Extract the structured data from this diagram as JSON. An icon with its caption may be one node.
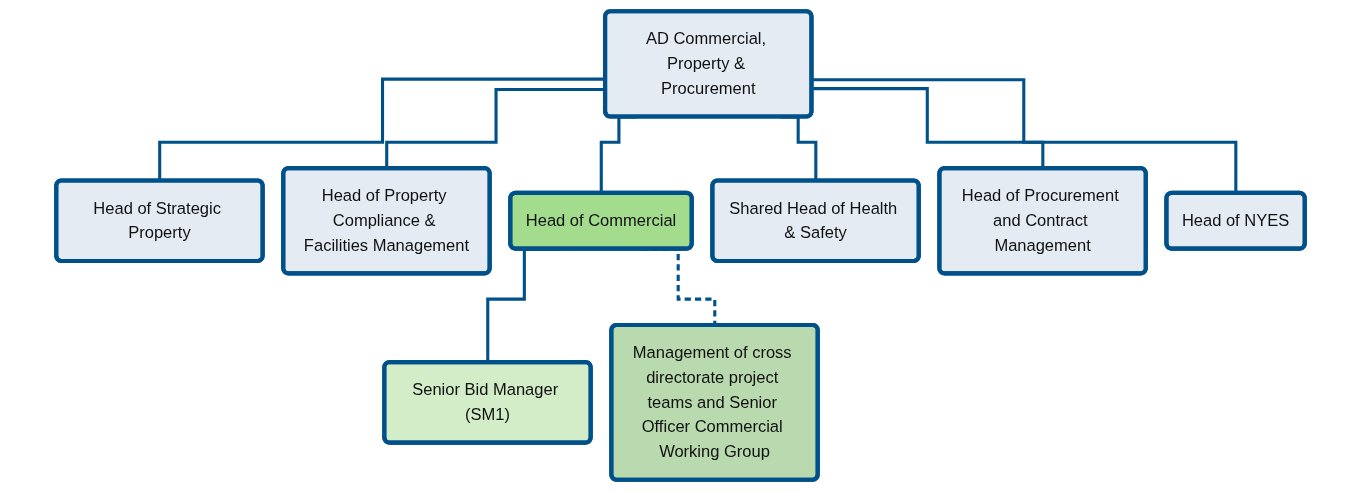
{
  "diagram": {
    "nodes": [
      {
        "text": [
          "AD Commercial, Property & Procurement"
        ]
      },
      {
        "text": [
          "Head of Strategic Property"
        ]
      },
      {
        "text": [
          "Head of Property Compliance & Facilities Management"
        ]
      },
      {
        "text": [
          "Head of Commercial"
        ]
      },
      {
        "text": [
          "Shared Head of Health & Safety"
        ]
      },
      {
        "text": [
          "Head of Procurement and Contract Management"
        ]
      },
      {
        "text": [
          "Head of NYES"
        ]
      },
      {
        "text": [
          "Senior Bid Manager (SM1)"
        ]
      },
      {
        "text": [
          "Management of cross directorate project teams and Senior Officer Commercial Working Group"
        ]
      }
    ],
    "edges": [
      {
        "from": 0,
        "to": 1,
        "arrow": "none"
      },
      {
        "from": 0,
        "to": 2,
        "arrow": "none"
      },
      {
        "from": 0,
        "to": 3,
        "arrow": "none"
      },
      {
        "from": 0,
        "to": 4,
        "arrow": "none"
      },
      {
        "from": 0,
        "to": 5,
        "arrow": "none"
      },
      {
        "from": 0,
        "to": 6,
        "arrow": "none"
      },
      {
        "from": 3,
        "to": 7,
        "arrow": "none"
      },
      {
        "from": 3,
        "to": 8,
        "arrow": "none",
        "style": "dashed"
      }
    ]
  }
}
